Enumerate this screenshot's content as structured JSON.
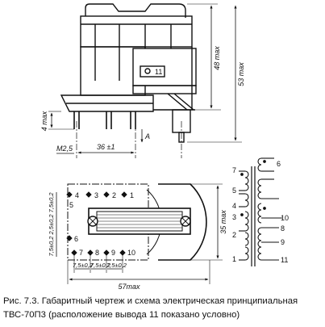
{
  "side_view": {
    "dim_height_48": "48 max",
    "dim_height_53": "53 max",
    "dim_pins_4": "4 max",
    "label_pin_11": "11",
    "dim_thread": "M2,5",
    "dim_pitch_36": "36 ±1",
    "label_view_a": "A"
  },
  "top_view": {
    "pins_top": [
      "4",
      "3",
      "2",
      "1"
    ],
    "pins_left": [
      "5",
      "6"
    ],
    "pins_bottom": [
      "7",
      "8",
      "9",
      "10"
    ],
    "dim_left": "7,5±0,2  2,5±0,2  7,5±0,2",
    "dim_bottom_1": "7,5±0,2",
    "dim_bottom_2": "7,5±0,2",
    "dim_bottom_3": "7,5±0,2",
    "dim_width_35": "35 max",
    "dim_length_57": "57max"
  },
  "schematic": {
    "left_pins": [
      "7",
      "5",
      "4",
      "3",
      "2",
      "1"
    ],
    "right_pins": [
      "6",
      "10",
      "8",
      "9",
      "11"
    ]
  },
  "caption": {
    "line1": "Рис. 7.3. Габаритный чертеж и схема электрическая принципиальная",
    "line2": "ТВС-70П3 (расположение вывода 11 показано условно)"
  }
}
